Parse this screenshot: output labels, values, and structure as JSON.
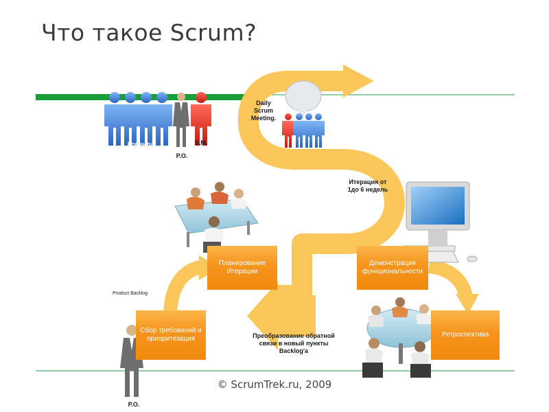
{
  "title": "Что такое Scrum?",
  "labels": {
    "team": "Команда",
    "sm": "S.M.",
    "po_top": "P.O.",
    "po_bottom": "P.O.",
    "daily_meeting": "Daily Scrum Meeting.",
    "iteration": "Итерация от 1до 6 недель",
    "product_backlog": "Product Backlog",
    "feedback": "Преобразование обратной связи в новый пункты Backlog'а"
  },
  "boxes": {
    "planning": "Планирование Итерации",
    "demo": "Демонстрация функциональности",
    "requirements": "Сбор требований и приоритезация",
    "retro": "Ретроспектива"
  },
  "footer": {
    "copyright": "© ScrumTrek.ru, 2009"
  },
  "colors": {
    "green_bar": "#1a9e3a",
    "arrow": "#fcc75a",
    "box": "#f7941d",
    "team_blue": "#3d7fd6",
    "sm_red": "#d9261c"
  },
  "icons": [
    "person-icon",
    "speech-bubble-icon",
    "monitor-icon",
    "meeting-table-icon"
  ]
}
